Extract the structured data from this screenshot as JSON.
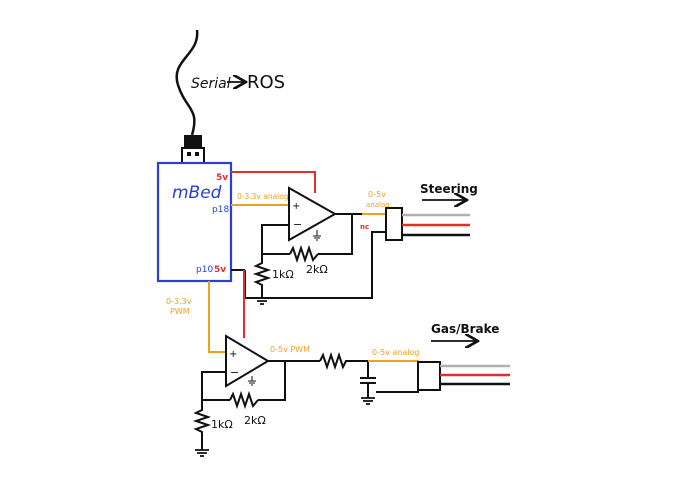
{
  "labels": {
    "serial": "Serial",
    "ros": "ROS",
    "mbed": "mBed",
    "pin_5v_top": "5v",
    "pin_p18": "p18",
    "pin_p10": "p10",
    "pin_5v_bottom": "5v",
    "analog_in_top": "0-3.3v analog",
    "analog_out_top_line1": "0-5v",
    "analog_out_top_line2": "analog",
    "nc": "nc",
    "steering": "Steering",
    "r1_top": "1kΩ",
    "r2_top": "2kΩ",
    "pwm_in_line1": "0-3.3v",
    "pwm_in_line2": "PWM",
    "pwm_out": "0-5v PWM",
    "analog_out_bottom": "0-5v analog",
    "gas_brake": "Gas/Brake",
    "r1_bottom": "1kΩ",
    "r2_bottom": "2kΩ"
  },
  "colors": {
    "mbed_box": "#2a3fd0",
    "power": "#e0302a",
    "signal": "#f0a020",
    "wire": "#111111",
    "spare_wire": "#b0b0b0"
  }
}
